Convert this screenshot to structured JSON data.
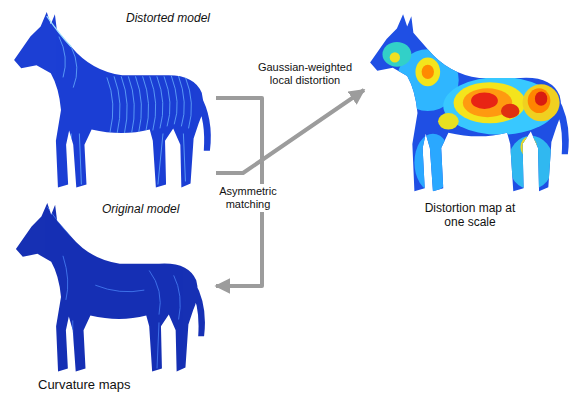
{
  "diagram": {
    "nodes": [
      {
        "text": [
          "Distorted model"
        ]
      },
      {
        "text": [
          "Original model"
        ]
      },
      {
        "text": [
          "Distortion map at one scale"
        ]
      }
    ],
    "edges": [
      {
        "from": 0,
        "to": 1,
        "label": "Asymmetric matching",
        "arrow": "to"
      },
      {
        "from": 0,
        "to": 2,
        "label": "Gaussian-weighted local distortion",
        "arrow": "to"
      }
    ],
    "labels": [
      "Curvature maps"
    ]
  }
}
